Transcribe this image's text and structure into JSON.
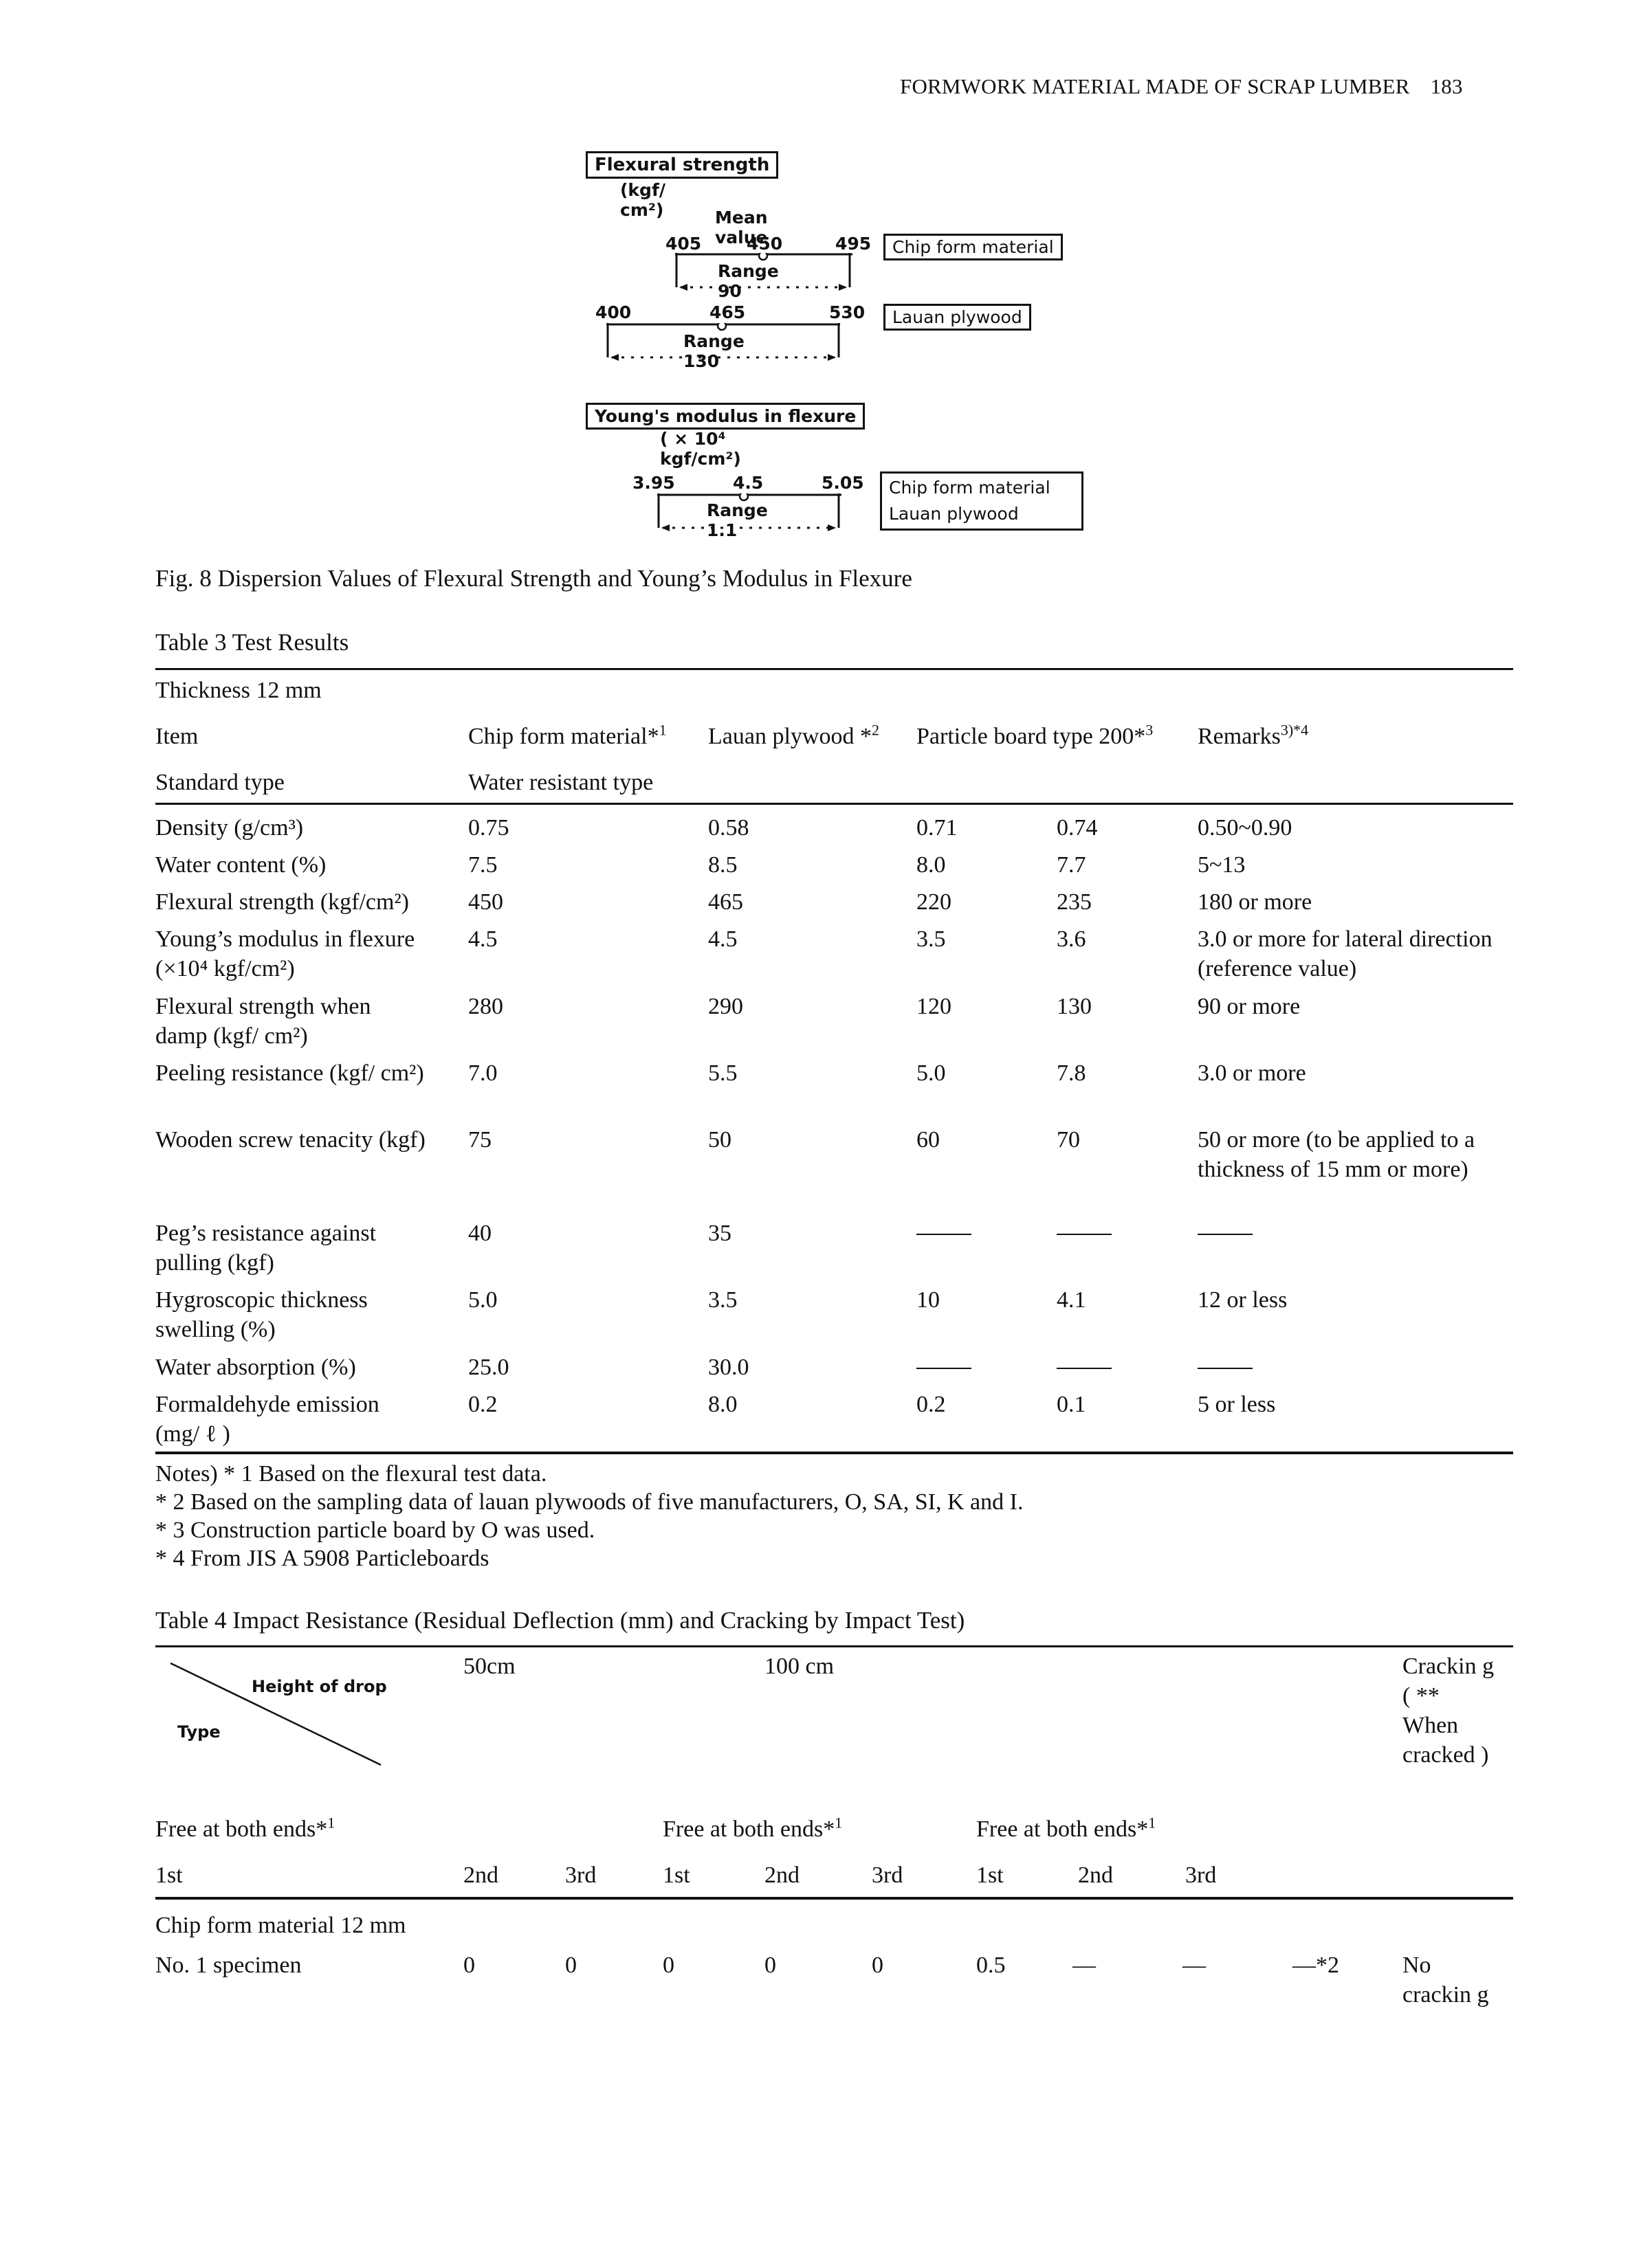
{
  "page_header": {
    "running_title": "FORMWORK MATERIAL MADE OF SCRAP LUMBER",
    "page_number": "183"
  },
  "figure8": {
    "flex_title": "Flexural strength",
    "flex_unit": "(kgf/ cm²)",
    "mean_label": "Mean value",
    "chip_row": {
      "low": "405",
      "mean": "450",
      "high": "495",
      "range": "Range 90",
      "label": "Chip form material"
    },
    "lauan_row": {
      "low": "400",
      "mean": "465",
      "high": "530",
      "range": "Range 130",
      "label": "Lauan plywood"
    },
    "young_title": "Young's modulus in flexure",
    "young_unit": "( × 10⁴ kgf/cm²)",
    "young_row": {
      "low": "3.95",
      "mean": "4.5",
      "high": "5.05",
      "range": "Range 1.1",
      "label1": "Chip form material",
      "label2": "Lauan plywood"
    },
    "caption": "Fig. 8 Dispersion Values of Flexural Strength and Young’s Modulus in Flexure"
  },
  "table3": {
    "title": "Table 3 Test Results",
    "thickness": "Thickness 12 mm",
    "col_item": "Item",
    "col_chip": "Chip form material*",
    "col_chip_sup": "1",
    "col_lauan": "Lauan plywood *",
    "col_lauan_sup": "2",
    "col_particle": "Particle board type 200*",
    "col_particle_sup": "3",
    "col_remarks": "Remarks",
    "col_remarks_sup": "3)*4",
    "row_standard": "Standard type",
    "row_water_resistant": "Water resistant type",
    "rows": [
      {
        "item": "Density (g/cm³)",
        "chip": "0.75",
        "lauan": "0.58",
        "pb1": "0.71",
        "pb2": "0.74",
        "remarks": "0.50~0.90"
      },
      {
        "item": "Water content (%)",
        "chip": "7.5",
        "lauan": "8.5",
        "pb1": "8.0",
        "pb2": "7.7",
        "remarks": "5~13"
      },
      {
        "item": "Flexural strength (kgf/cm²)",
        "chip": "450",
        "lauan": "465",
        "pb1": "220",
        "pb2": "235",
        "remarks": "180 or more"
      },
      {
        "item": "Young’s modulus in flexure (×10⁴ kgf/cm²)",
        "chip": "4.5",
        "lauan": "4.5",
        "pb1": "3.5",
        "pb2": "3.6",
        "remarks": "3.0 or more for lateral direction (reference value)"
      },
      {
        "item": "Flexural strength when damp (kgf/ cm²)",
        "chip": "280",
        "lauan": "290",
        "pb1": "120",
        "pb2": "130",
        "remarks": "90 or more"
      },
      {
        "item": "Peeling resistance (kgf/ cm²)",
        "chip": "7.0",
        "lauan": "5.5",
        "pb1": "5.0",
        "pb2": "7.8",
        "remarks": "3.0 or more"
      },
      {
        "item": "Wooden screw tenacity (kgf)",
        "chip": "75",
        "lauan": "50",
        "pb1": "60",
        "pb2": "70",
        "remarks": "50 or more (to be applied to a thickness of 15 mm or more)"
      },
      {
        "item": "Peg’s resistance against pulling (kgf)",
        "chip": "40",
        "lauan": "35",
        "pb1": "",
        "pb2": "",
        "remarks": ""
      },
      {
        "item": "Hygroscopic thickness swelling (%)",
        "chip": "5.0",
        "lauan": "3.5",
        "pb1": "10",
        "pb2": "4.1",
        "remarks": "12 or less"
      },
      {
        "item": "Water absorption (%)",
        "chip": "25.0",
        "lauan": "30.0",
        "pb1": "",
        "pb2": "",
        "remarks": ""
      },
      {
        "item": "Formaldehyde emission (mg/ ℓ )",
        "chip": "0.2",
        "lauan": "8.0",
        "pb1": "0.2",
        "pb2": "0.1",
        "remarks": "5 or less"
      }
    ],
    "notes": [
      "Notes) * 1 Based on the flexural test data.",
      "* 2 Based on the sampling data of lauan plywoods of five manufacturers, O, SA, SI, K and I.",
      "* 3 Construction particle board by O was used.",
      "* 4 From JIS A 5908 Particleboards"
    ]
  },
  "table4": {
    "title": "Table 4 Impact Resistance (Residual Deflection (mm) and Cracking by Impact Test)",
    "height_of_drop": "Height of drop",
    "type": "Type",
    "h50": "50cm",
    "h100": "100 cm",
    "cracking": "Crackin g ( ** When cracked )",
    "free_ends": "Free at both ends*",
    "free_sup": "1",
    "trials": [
      "1st",
      "2nd",
      "3rd",
      "1st",
      "2nd",
      "3rd",
      "1st",
      "2nd",
      "3rd"
    ],
    "group": "Chip form material 12 mm",
    "specimen": {
      "label": "No. 1 specimen",
      "values": [
        "0",
        "0",
        "0",
        "0",
        "0",
        "0.5",
        "—",
        "—",
        "—*2"
      ],
      "crack": "No crackin g"
    }
  }
}
